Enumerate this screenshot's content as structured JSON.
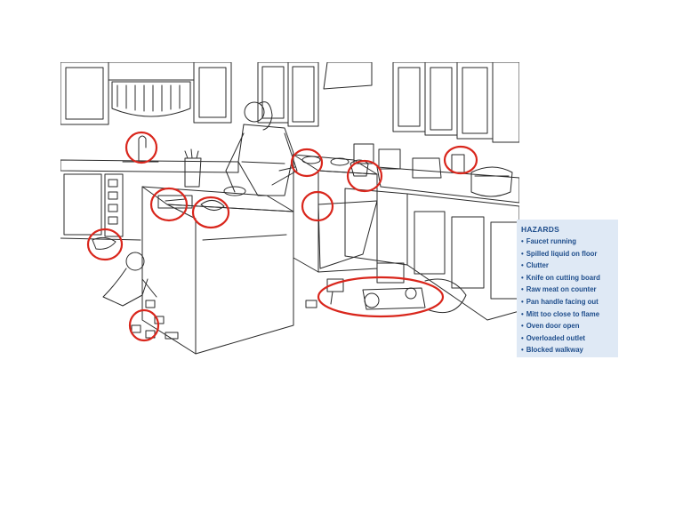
{
  "legend": {
    "title": "HAZARDS",
    "items": [
      "Faucet running",
      "Spilled liquid on floor",
      "Clutter",
      "Knife on cutting board",
      "Raw meat on counter",
      "Pan handle facing out",
      "Mitt too close to flame",
      "Oven door open",
      "Overloaded outlet",
      "Blocked walkway"
    ]
  },
  "colors": {
    "line_art": "#2a2a2a",
    "hazard_circle": "#d9261c",
    "legend_background": "#dfe9f5",
    "legend_text": "#1f4e8c"
  }
}
